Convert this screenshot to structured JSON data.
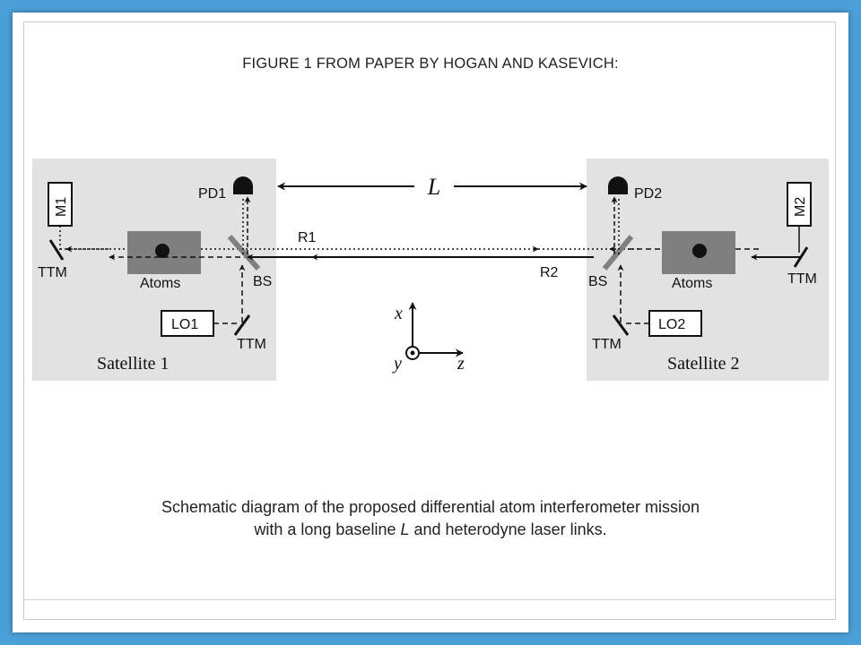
{
  "heading": "FIGURE 1 FROM PAPER BY HOGAN AND KASEVICH:",
  "caption": {
    "line1": "Schematic diagram of the proposed differential atom interferometer mission",
    "line2_pre": "with a long baseline ",
    "line2_em": "L",
    "line2_post": " and heterodyne laser links."
  },
  "diagram": {
    "baseline": "L",
    "beam_labels": {
      "r1": "R1",
      "r2": "R2"
    },
    "axes": {
      "x": "x",
      "y": "y",
      "z": "z"
    },
    "satellite1": {
      "name": "Satellite 1",
      "mirror": "M1",
      "detector": "PD1",
      "oscillator": "LO1",
      "splitter": "BS",
      "atoms": "Atoms",
      "ttm_left": "TTM",
      "ttm_bottom": "TTM"
    },
    "satellite2": {
      "name": "Satellite 2",
      "mirror": "M2",
      "detector": "PD2",
      "oscillator": "LO2",
      "splitter": "BS",
      "atoms": "Atoms",
      "ttm_right": "TTM",
      "ttm_bottom": "TTM"
    }
  },
  "colors": {
    "background": "#4a9fd8",
    "panel": "#e2e2e2",
    "atoms_box": "#7f7f7f",
    "splitter": "#808080"
  }
}
